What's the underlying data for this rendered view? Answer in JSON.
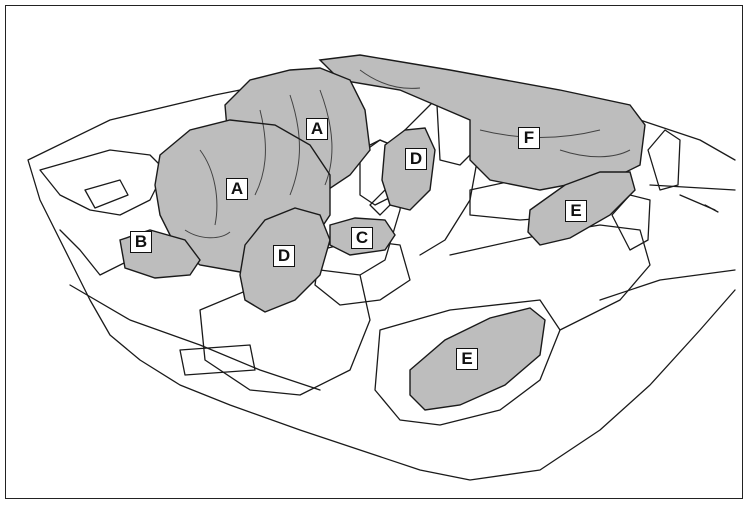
{
  "figure": {
    "callouts": [
      {
        "id": "A-curtain-front",
        "label": "A"
      },
      {
        "id": "A-driver",
        "label": "A"
      },
      {
        "id": "B",
        "label": "B"
      },
      {
        "id": "C",
        "label": "C"
      },
      {
        "id": "D-front-left",
        "label": "D"
      },
      {
        "id": "D-front-right",
        "label": "D"
      },
      {
        "id": "E-rear-right",
        "label": "E"
      },
      {
        "id": "E-rear-left",
        "label": "E"
      },
      {
        "id": "F",
        "label": "F"
      }
    ],
    "colors": {
      "airbag_fill": "#bdbdbd",
      "line": "#1a1a1a",
      "background": "#ffffff"
    }
  }
}
